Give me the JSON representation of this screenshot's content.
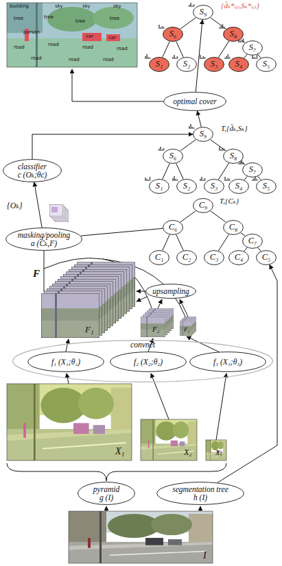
{
  "diagram": {
    "nodes": [
      {
        "text": [
          "S₉"
        ]
      },
      {
        "text": [
          "S₆"
        ]
      },
      {
        "text": [
          "S₈"
        ]
      },
      {
        "text": [
          "S₇"
        ]
      },
      {
        "text": [
          "S₁"
        ]
      },
      {
        "text": [
          "S₂"
        ]
      },
      {
        "text": [
          "S₃"
        ]
      },
      {
        "text": [
          "S₄"
        ]
      },
      {
        "text": [
          "S₅"
        ]
      },
      {
        "text": [
          "optimal cover"
        ]
      },
      {
        "text": [
          "S₉"
        ]
      },
      {
        "text": [
          "S₆"
        ]
      },
      {
        "text": [
          "S₈"
        ]
      },
      {
        "text": [
          "S₇"
        ]
      },
      {
        "text": [
          "S₁"
        ]
      },
      {
        "text": [
          "S₂"
        ]
      },
      {
        "text": [
          "S₃"
        ]
      },
      {
        "text": [
          "S₄"
        ]
      },
      {
        "text": [
          "S₅"
        ]
      },
      {
        "text": [
          "classifier",
          "c (Oₖ;θc)"
        ]
      },
      {
        "text": [
          "C₉"
        ]
      },
      {
        "text": [
          "C₆"
        ]
      },
      {
        "text": [
          "C₈"
        ]
      },
      {
        "text": [
          "C₇"
        ]
      },
      {
        "text": [
          "C₁"
        ]
      },
      {
        "text": [
          "C₂"
        ]
      },
      {
        "text": [
          "C₃"
        ]
      },
      {
        "text": [
          "C₄"
        ]
      },
      {
        "text": [
          "C₅"
        ]
      },
      {
        "text": [
          "masking/pooling",
          "a (Cₖ,F)"
        ]
      },
      {
        "text": [
          "upsampling"
        ]
      },
      {
        "text": [
          "convnet"
        ]
      },
      {
        "text": [
          "f₁ (X₁;θ₁)"
        ],
        "in": 31
      },
      {
        "text": [
          "f₂ (X₂;θ₂)"
        ],
        "in": 31
      },
      {
        "text": [
          "f₃ (X₃;θ₃)"
        ],
        "in": 31
      },
      {
        "text": [
          "pyramid",
          "g (I)"
        ]
      },
      {
        "text": [
          "segmentation tree",
          "h (I)"
        ]
      }
    ],
    "edges": [
      {
        "from": 0,
        "to": 1,
        "arrow": "none"
      },
      {
        "from": 0,
        "to": 2,
        "arrow": "none"
      },
      {
        "from": 1,
        "to": 4,
        "arrow": "none"
      },
      {
        "from": 1,
        "to": 5,
        "arrow": "none"
      },
      {
        "from": 2,
        "to": 6,
        "arrow": "none"
      },
      {
        "from": 2,
        "to": 3,
        "arrow": "none"
      },
      {
        "from": 3,
        "to": 7,
        "arrow": "none"
      },
      {
        "from": 3,
        "to": 8,
        "arrow": "none"
      },
      {
        "from": 10,
        "to": 11,
        "arrow": "none"
      },
      {
        "from": 10,
        "to": 12,
        "arrow": "none"
      },
      {
        "from": 11,
        "to": 14,
        "arrow": "none"
      },
      {
        "from": 11,
        "to": 15,
        "arrow": "none"
      },
      {
        "from": 12,
        "to": 16,
        "arrow": "none"
      },
      {
        "from": 12,
        "to": 13,
        "arrow": "none"
      },
      {
        "from": 13,
        "to": 17,
        "arrow": "none"
      },
      {
        "from": 13,
        "to": 18,
        "arrow": "none"
      },
      {
        "from": 20,
        "to": 21,
        "arrow": "none"
      },
      {
        "from": 20,
        "to": 22,
        "arrow": "none"
      },
      {
        "from": 21,
        "to": 24,
        "arrow": "none"
      },
      {
        "from": 21,
        "to": 25,
        "arrow": "none"
      },
      {
        "from": 22,
        "to": 26,
        "arrow": "none"
      },
      {
        "from": 22,
        "to": 23,
        "arrow": "none"
      },
      {
        "from": 23,
        "to": 27,
        "arrow": "none"
      },
      {
        "from": 23,
        "to": 28,
        "arrow": "none"
      },
      {
        "from": 19,
        "to": 10,
        "arrow": "to"
      },
      {
        "from": 10,
        "to": 9,
        "arrow": "to"
      },
      {
        "from": 9,
        "to": 0,
        "arrow": "to"
      },
      {
        "from": 29,
        "to": 19,
        "arrow": "to"
      },
      {
        "from": 21,
        "to": 29,
        "arrow": "none"
      },
      {
        "from": 36,
        "to": 28,
        "arrow": "to"
      }
    ],
    "labels": [
      "{d̂ₖ*₍ᵢ₎,Sₖ*₍ᵢ₎}",
      "T,{d̂ₖ,Sₖ}",
      "T,{Cₖ}",
      "{Oₖ}",
      "F",
      "F₁",
      "F₂",
      "F₃",
      "X₁",
      "X₂",
      "X₃",
      "I",
      "building",
      "sky",
      "sky",
      "sky",
      "tree",
      "tree",
      "tree",
      "tree",
      "car",
      "car",
      "person",
      "road",
      "road",
      "road",
      "road",
      "road",
      "road",
      "road"
    ]
  }
}
